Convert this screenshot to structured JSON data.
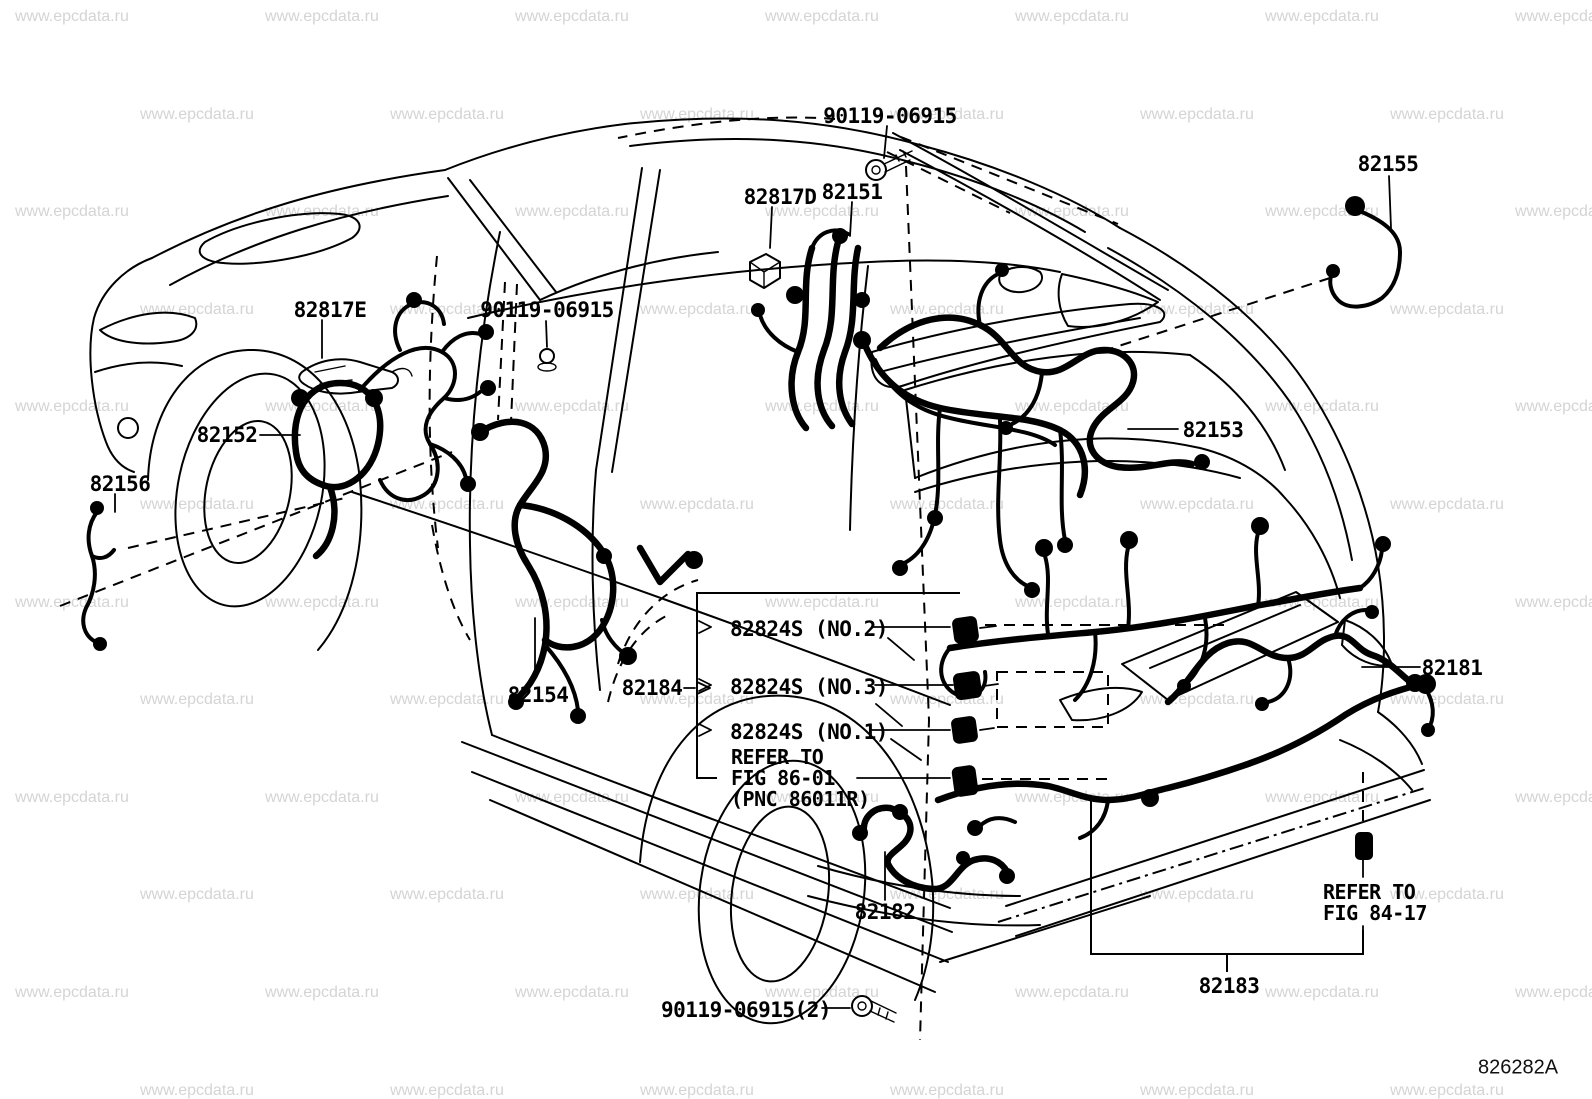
{
  "watermark": {
    "text": "www.epcdata.ru",
    "color": "#d4d4d4"
  },
  "drawing_number": "826282A",
  "parts": {
    "bolt_top": "90119-06915",
    "clamp_82817d": "82817D",
    "harness_82151": "82151",
    "wire_82155": "82155",
    "clamp_82817e": "82817E",
    "bolt_mid": "90119-06915",
    "harness_82152": "82152",
    "wire_82156": "82156",
    "harness_82153": "82153",
    "harness_82154": "82154",
    "harness_82184": "82184",
    "grommet_no2": "82824S (NO.2)",
    "grommet_no3": "82824S (NO.3)",
    "grommet_no1": "82824S (NO.1)",
    "harness_82181": "82181",
    "harness_82182": "82182",
    "harness_82183": "82183",
    "bolt_bottom": "90119-06915(2)"
  },
  "notes": {
    "fig86": {
      "line1": "REFER TO",
      "line2": "FIG 86-01",
      "line3": "(PNC 86011R)"
    },
    "fig84": {
      "line1": "REFER TO",
      "line2": "FIG 84-17"
    }
  }
}
